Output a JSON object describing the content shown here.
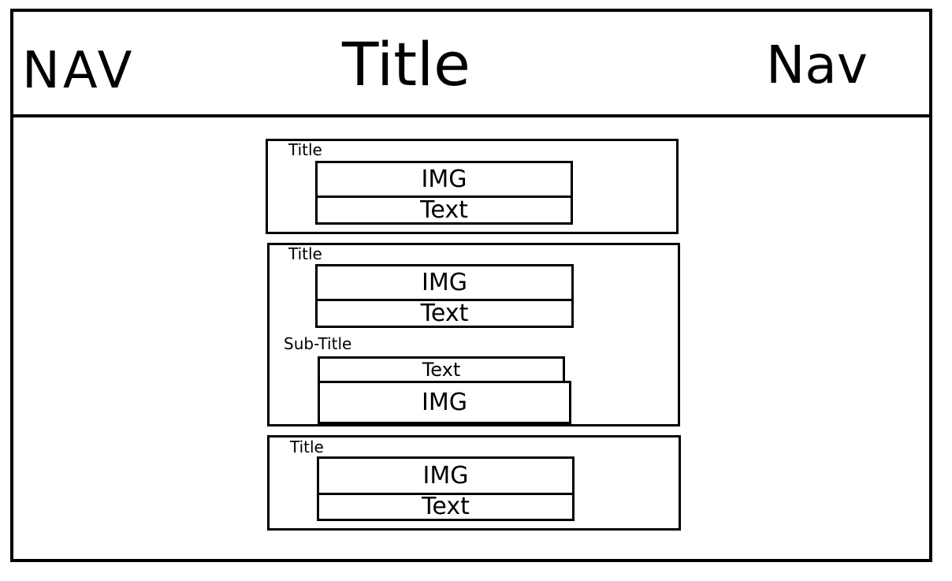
{
  "header": {
    "nav_left": "NAV",
    "title": "Title",
    "nav_right": "Nav"
  },
  "cards": [
    {
      "title": "Title",
      "img": "IMG",
      "text": "Text"
    },
    {
      "title": "Title",
      "img": "IMG",
      "text": "Text",
      "subtitle": "Sub-Title",
      "sub_text": "Text",
      "sub_img": "IMG"
    },
    {
      "title": "Title",
      "img": "IMG",
      "text": "Text"
    }
  ]
}
